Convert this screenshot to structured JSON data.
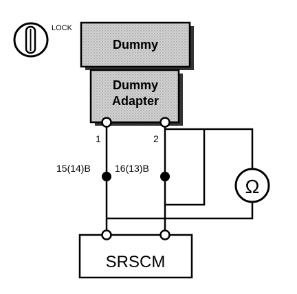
{
  "lock_label": "LOCK",
  "dummy_label": "Dummy",
  "adapter_label_line1": "Dummy",
  "adapter_label_line2": "Adapter",
  "terminal_1_label": "1",
  "terminal_2_label": "2",
  "wire_a_label": "15(14)B",
  "wire_b_label": "16(13)B",
  "ohm_symbol": "Ω",
  "srscm_label": "SRSCM",
  "icons": {
    "ignition_key": "ignition-key-icon",
    "ohmmeter": "ohmmeter-icon"
  },
  "colors": {
    "box_shading": "#c9c9c9",
    "line": "#000000"
  }
}
